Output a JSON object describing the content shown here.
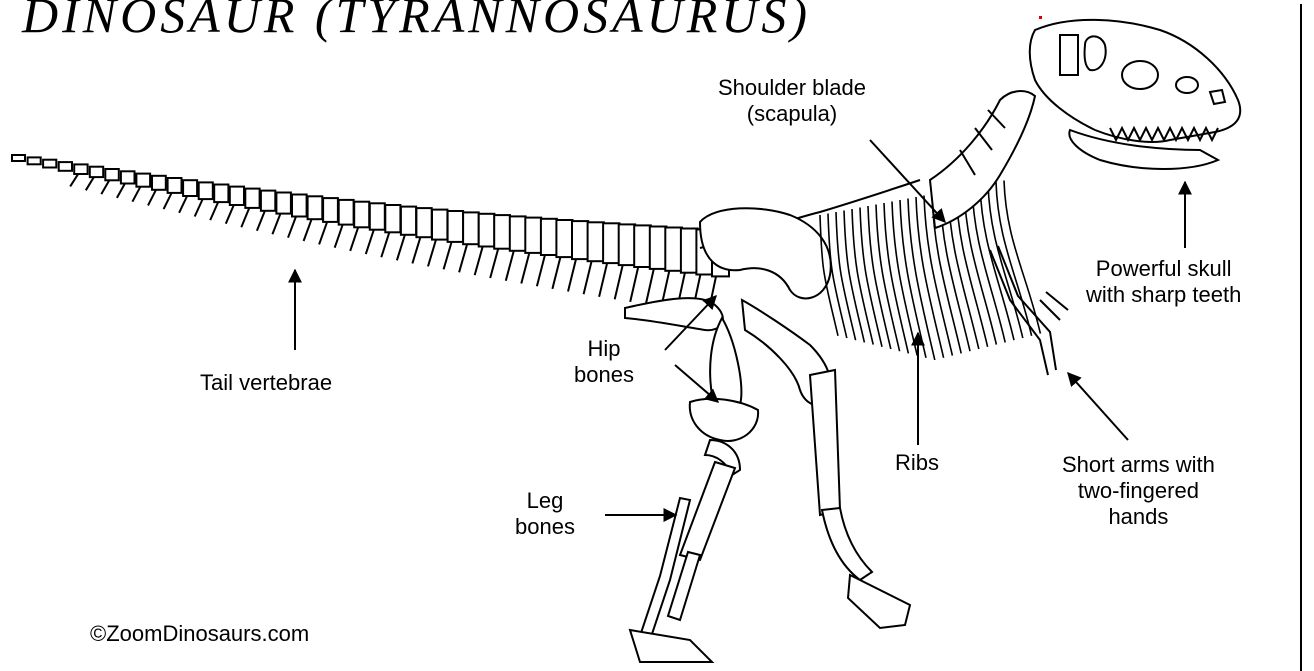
{
  "title": "DINOSAUR (TYRANNOSAURUS)",
  "labels": {
    "shoulder_blade": [
      "Shoulder blade",
      "(scapula)"
    ],
    "powerful_skull": [
      "Powerful skull",
      "with sharp teeth"
    ],
    "tail_vertebrae": [
      "Tail vertebrae"
    ],
    "hip_bones": [
      "Hip",
      "bones"
    ],
    "ribs": [
      "Ribs"
    ],
    "short_arms": [
      "Short arms with",
      "two-fingered",
      "hands"
    ],
    "leg_bones": [
      "Leg",
      "bones"
    ]
  },
  "credit": "©ZoomDinosaurs.com",
  "colors": {
    "ink": "#000000",
    "paper": "#ffffff",
    "stray_pixel": "#dd0000"
  }
}
